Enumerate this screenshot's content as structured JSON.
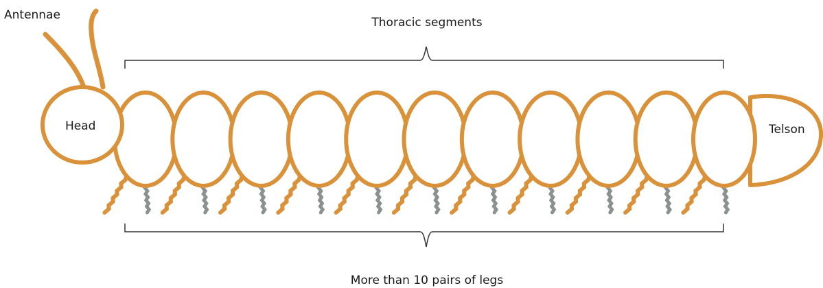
{
  "labels": {
    "antennae": "Antennae",
    "head": "Head",
    "telson": "Telson",
    "thoracic": "Thoracic segments",
    "legs": "More than 10 pairs of legs"
  },
  "body_segments": 11,
  "colors": {
    "body": "#D9923A",
    "legs_front": "#D9923A",
    "legs_back": "#8A918E",
    "brackets": "#333333",
    "text": "#1a1a1a",
    "fill": "#ffffff"
  }
}
